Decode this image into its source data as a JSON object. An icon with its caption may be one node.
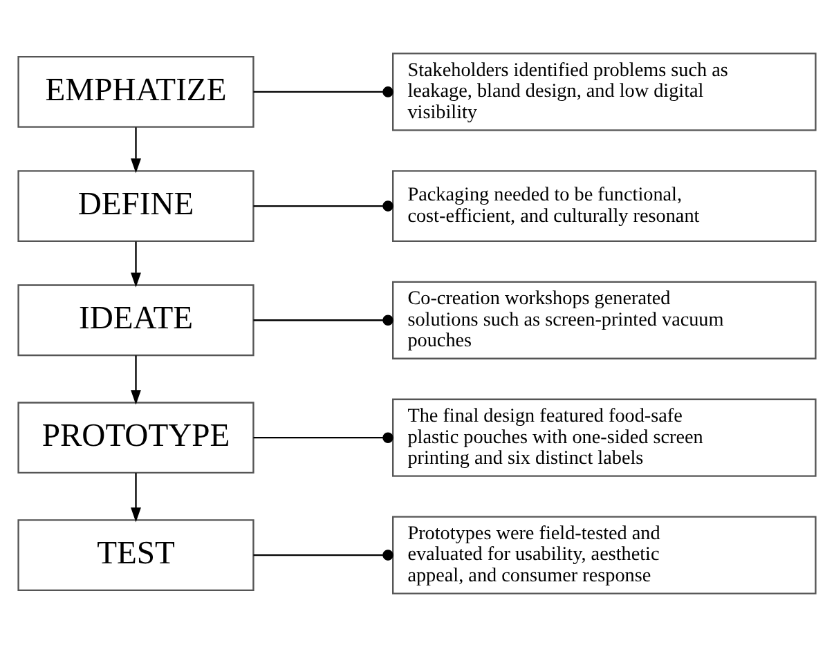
{
  "diagram": {
    "nodes": [
      {
        "text": [
          "EMPHATIZE"
        ]
      },
      {
        "text": [
          "Stakeholders identified problems such as leakage, bland design, and low digital visibility"
        ]
      },
      {
        "text": [
          "DEFINE"
        ]
      },
      {
        "text": [
          "Packaging needed to be functional, cost-efficient, and culturally resonant"
        ]
      },
      {
        "text": [
          "IDEATE"
        ]
      },
      {
        "text": [
          "Co-creation workshops generated solutions such as screen-printed vacuum pouches"
        ]
      },
      {
        "text": [
          "PROTOTYPE"
        ]
      },
      {
        "text": [
          "The final design featured food-safe plastic pouches with one-sided screen printing and six distinct labels"
        ]
      },
      {
        "text": [
          "TEST"
        ]
      },
      {
        "text": [
          "Prototypes were field-tested and evaluated for usability, aesthetic appeal, and consumer response"
        ]
      }
    ],
    "edges": [
      {
        "from": 0,
        "to": 1,
        "arrow": "other"
      },
      {
        "from": 0,
        "to": 2,
        "arrow": "to"
      },
      {
        "from": 2,
        "to": 3,
        "arrow": "other"
      },
      {
        "from": 2,
        "to": 4,
        "arrow": "to"
      },
      {
        "from": 4,
        "to": 5,
        "arrow": "other"
      },
      {
        "from": 4,
        "to": 6,
        "arrow": "to"
      },
      {
        "from": 6,
        "to": 7,
        "arrow": "other"
      },
      {
        "from": 6,
        "to": 8,
        "arrow": "to"
      },
      {
        "from": 8,
        "to": 9,
        "arrow": "other"
      }
    ]
  }
}
